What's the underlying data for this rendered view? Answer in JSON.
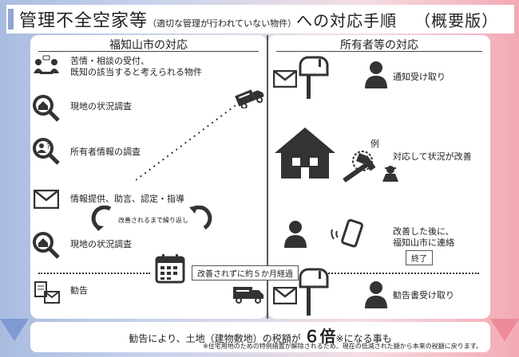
{
  "title": {
    "main": "管理不全空家等",
    "paren": "（適切な管理が行われていない物件）",
    "tail": "への対応手順",
    "summary": "（概要版）"
  },
  "left": {
    "header": "福知山市の対応",
    "steps": [
      {
        "icon": "people-consult-icon",
        "text": "苦情・相談の受付、\n既知の該当すると考えられる物件"
      },
      {
        "icon": "house-search-icon",
        "text": "現地の状況調査"
      },
      {
        "icon": "owner-search-icon",
        "text": "所有者情報の調査"
      },
      {
        "icon": "envelope-icon",
        "text": "情報提供、助言、認定・指導"
      },
      {
        "icon": "house-search-icon",
        "text": "現地の状況調査"
      },
      {
        "icon": "advisory-document-icon",
        "text": "勧告"
      }
    ],
    "loop_label": "改善されるまで繰り返し"
  },
  "right": {
    "header": "所有者等の対応",
    "notice_received": "通知受け取り",
    "example": "例",
    "improved": "対応して状況が改善",
    "after_improve": "改善した後に、\n福知山市に連絡",
    "done": "終了",
    "advisory_received": "勧告書受け取り"
  },
  "middle": {
    "five_months": "改善されずに約５か月経過"
  },
  "bottom": {
    "pre": "勧告により、土地（建物敷地）の税額が",
    "multiplier": "６倍",
    "post": "※になる事も",
    "note": "※住宅用地のための特例措置が解除されるため、現在の低減された額から本来の税額に戻ります。"
  },
  "colors": {
    "left_accent": "#7e9ad2",
    "right_accent": "#ec8a98"
  }
}
